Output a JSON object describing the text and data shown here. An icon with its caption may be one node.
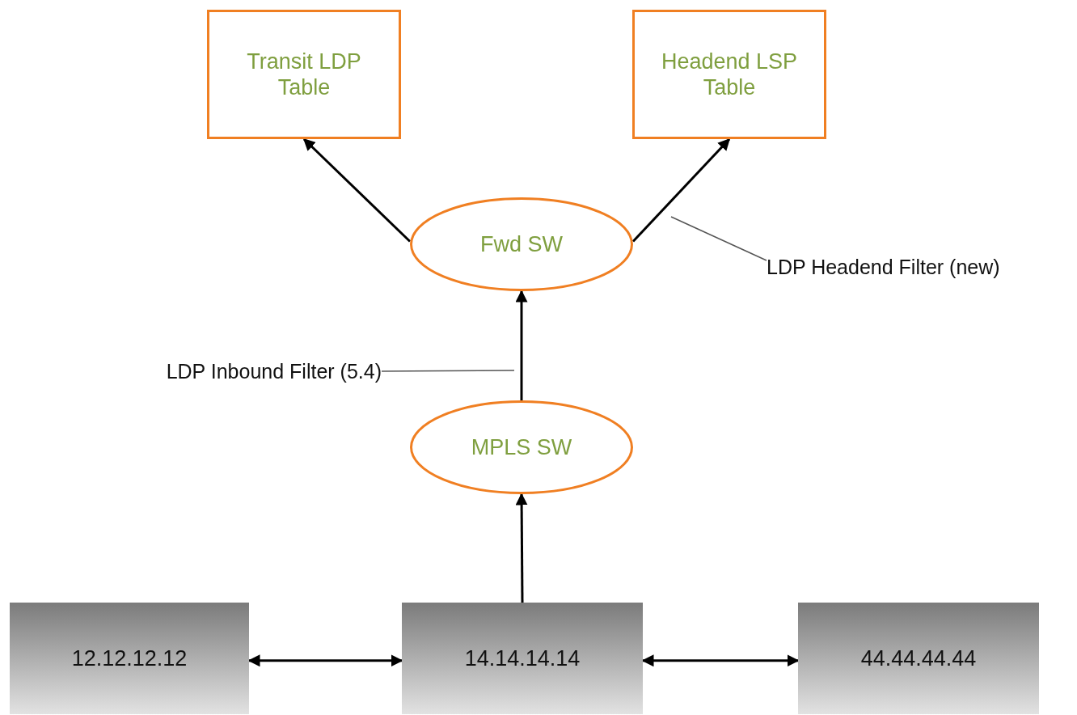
{
  "diagram": {
    "nodes": [
      {
        "text": [
          "Transit LDP Table"
        ]
      },
      {
        "text": [
          "Headend LSP Table"
        ]
      },
      {
        "text": [
          "Fwd SW"
        ]
      },
      {
        "text": [
          "MPLS SW"
        ]
      },
      {
        "text": [
          "12.12.12.12"
        ]
      },
      {
        "text": [
          "14.14.14.14"
        ]
      },
      {
        "text": [
          "44.44.44.44"
        ]
      },
      {
        "text": [
          "LDP Headend Filter (new)"
        ]
      },
      {
        "text": [
          "LDP Inbound Filter (5.4)"
        ]
      }
    ],
    "edges": [
      {
        "from": 2,
        "to": 0,
        "arrow": "to"
      },
      {
        "from": 2,
        "to": 1,
        "arrow": "to"
      },
      {
        "from": 3,
        "to": 2,
        "arrow": "to"
      },
      {
        "from": 5,
        "to": 3,
        "arrow": "to"
      },
      {
        "from": 4,
        "to": 5,
        "arrow": "both"
      },
      {
        "from": 5,
        "to": 6,
        "arrow": "both"
      },
      {
        "from": 7,
        "to": null,
        "arrow": "none"
      },
      {
        "from": 8,
        "to": null,
        "arrow": "none"
      }
    ]
  }
}
